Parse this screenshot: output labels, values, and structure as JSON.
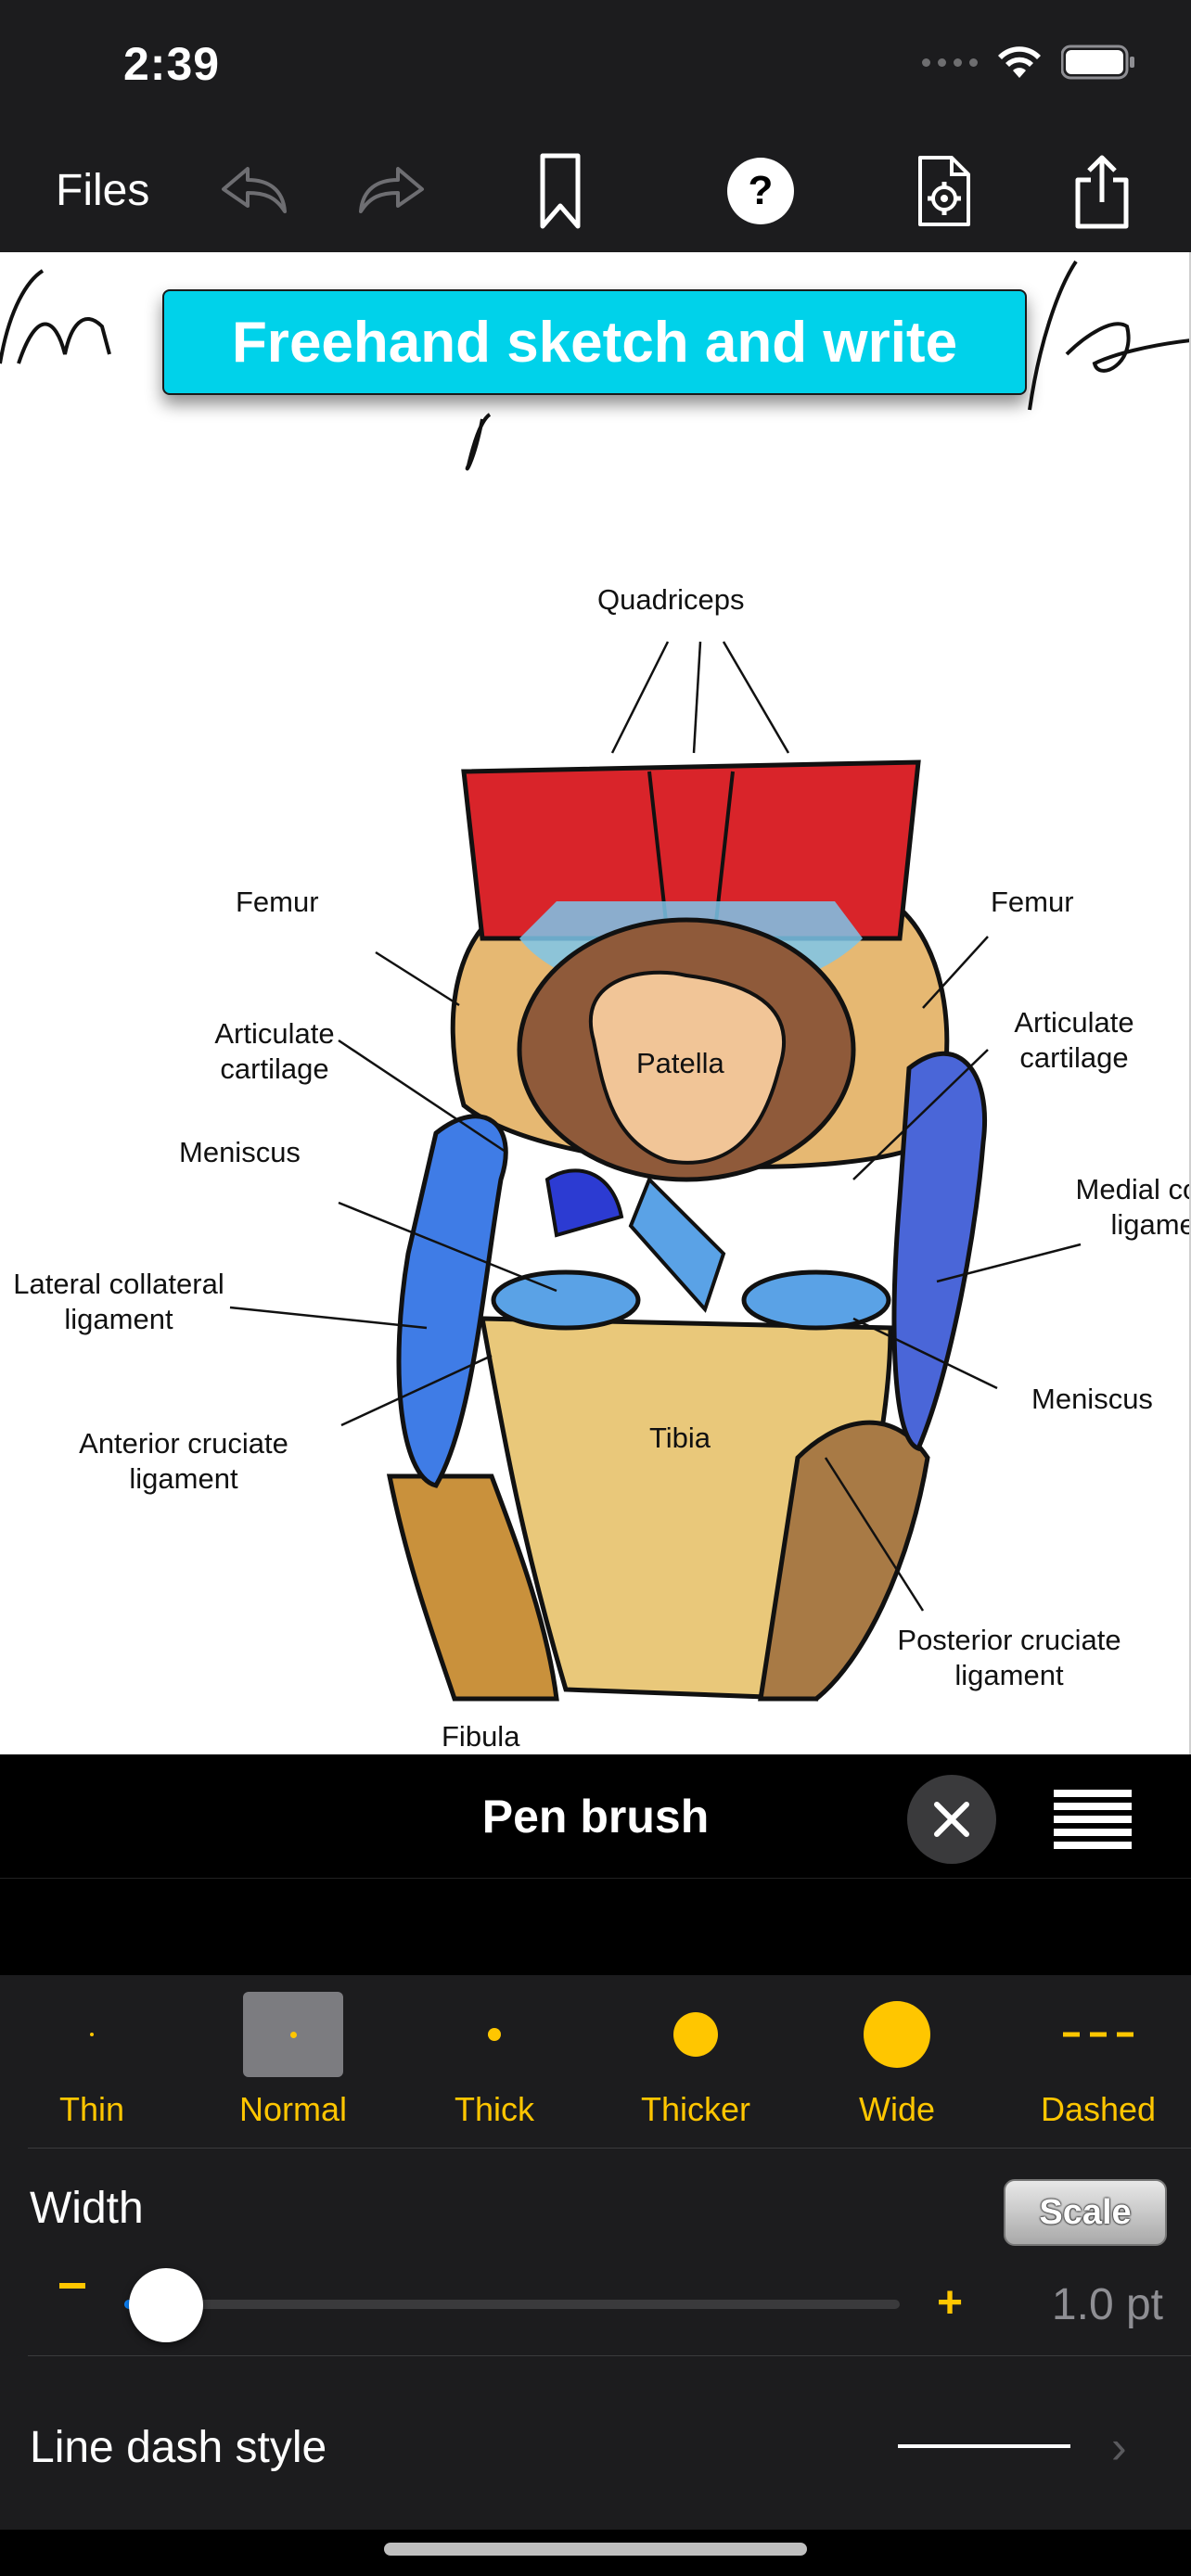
{
  "status_bar": {
    "time": "2:39"
  },
  "toolbar": {
    "files_label": "Files"
  },
  "canvas": {
    "banner_text": "Freehand sketch and write",
    "labels": {
      "quadriceps": "Quadriceps",
      "femur_left": "Femur",
      "femur_right": "Femur",
      "articulate_left": "Articulate cartilage",
      "articulate_right": "Articulate cartilage",
      "patella": "Patella",
      "meniscus_left": "Meniscus",
      "meniscus_right": "Meniscus",
      "medial_collateral": "Medial coll ligamen",
      "lateral_collateral": "Lateral collateral ligament",
      "anterior_cruciate": "Anterior cruciate ligament",
      "tibia": "Tibia",
      "posterior_cruciate": "Posterior cruciate ligament",
      "fibula": "Fibula"
    }
  },
  "brush_panel": {
    "title": "Pen brush",
    "presets": [
      {
        "label": "Thin",
        "selected": false
      },
      {
        "label": "Normal",
        "selected": true
      },
      {
        "label": "Thick",
        "selected": false
      },
      {
        "label": "Thicker",
        "selected": false
      },
      {
        "label": "Wide",
        "selected": false
      },
      {
        "label": "Dashed",
        "selected": false
      }
    ],
    "width_label": "Width",
    "scale_label": "Scale",
    "minus_label": "−",
    "plus_label": "+",
    "width_value": "1.0 pt",
    "slider_fraction": 0.04,
    "line_dash_label": "Line dash style"
  },
  "colors": {
    "accent": "#ffc600",
    "banner": "#00d2ea",
    "slider_fill": "#0a84ff"
  }
}
